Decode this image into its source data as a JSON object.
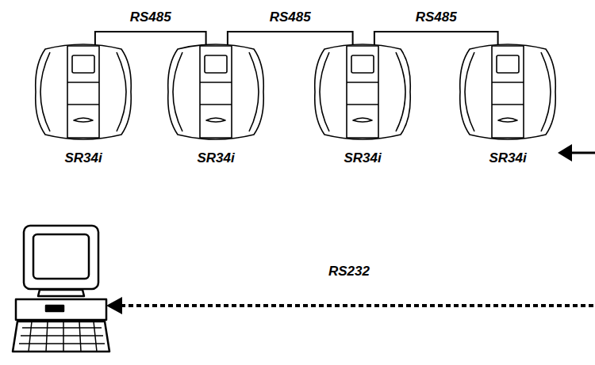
{
  "diagram": {
    "nodes": [
      {
        "text": [
          "SR34i"
        ]
      },
      {
        "text": [
          "SR34i"
        ]
      },
      {
        "text": [
          "SR34i"
        ]
      },
      {
        "text": [
          "SR34i"
        ]
      }
    ],
    "edges": [
      {
        "from": 0,
        "to": 1,
        "arrow": "none",
        "label": "RS485"
      },
      {
        "from": 1,
        "to": 2,
        "arrow": "none",
        "label": "RS485"
      },
      {
        "from": 2,
        "to": 3,
        "arrow": "none",
        "label": "RS485"
      }
    ],
    "labels": [
      "RS232"
    ]
  }
}
